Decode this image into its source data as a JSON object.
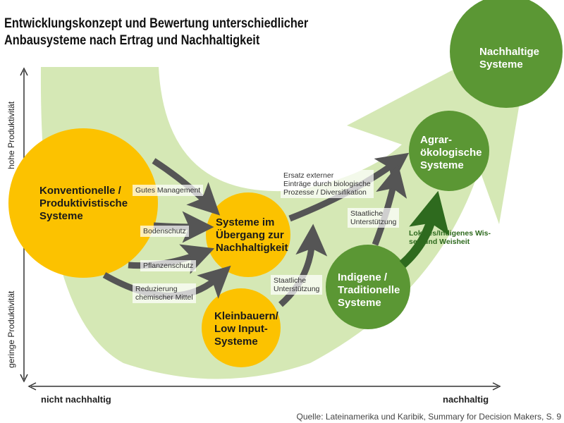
{
  "title": "Entwicklungskonzept und Bewertung unterschiedlicher\nAnbausysteme nach Ertrag und Nachhaltigkeit",
  "axes": {
    "y_top": "hohe Produktivität",
    "y_bottom": "geringe Produktivität",
    "x_left": "nicht nachhaltig",
    "x_right": "nachhaltig"
  },
  "nodes": {
    "conventional": "Konventionelle /\nProduktivistische\nSysteme",
    "transition": "Systeme im\nÜbergang zur\nNachhaltigkeit",
    "smallholders": "Kleinbauern/\nLow Input-\nSysteme",
    "indigenous": "Indigene /\nTraditionelle\nSysteme",
    "agroecological": "Agrar-\nökologische\nSysteme",
    "sustainable": "Nachhaltige\nSysteme"
  },
  "arrow_labels": {
    "good_management": "Gutes Management",
    "soil_protection": "Bodenschutz",
    "plant_protection": "Pflanzenschutz",
    "reduce_chemicals": "Reduzierung\nchemischer Mittel",
    "replace_inputs": "Ersatz externer\nEinträge durch biologische\nProzesse / Diversifikation",
    "state_support_1": "Staatliche\nUnterstützung",
    "state_support_2": "Staatliche\nUnterstützung",
    "local_knowledge": "Lokales/Indigenes Wis-\nsen und Weisheit"
  },
  "source": "Quelle: Lateinamerika und Karibik, Summary for Decision Makers, S. 9",
  "colors": {
    "band": "#d5e8b5",
    "yellow": "#fcc200",
    "green": "#5b9734",
    "dark_arrow": "#555555",
    "green_arrow": "#2e6a1e"
  }
}
